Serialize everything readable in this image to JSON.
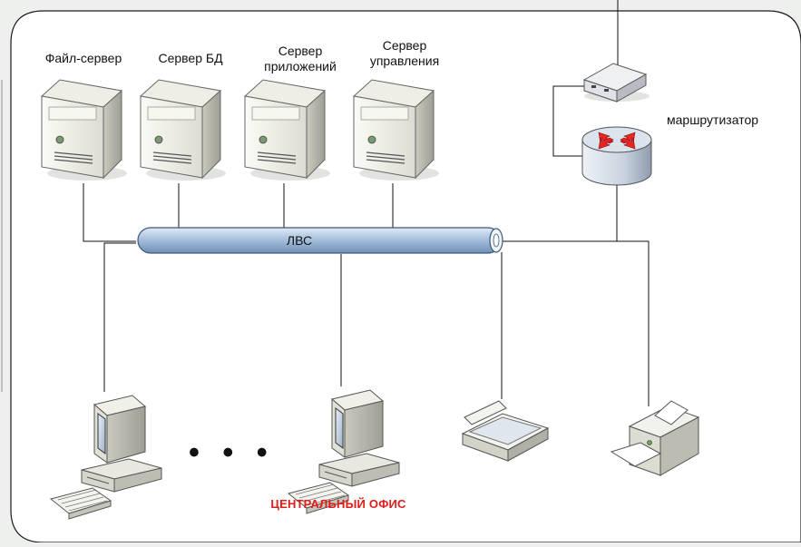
{
  "servers": [
    {
      "label": "Файл-сервер"
    },
    {
      "label": "Сервер БД"
    },
    {
      "label": "Сервер приложений"
    },
    {
      "label": "Сервер управления"
    }
  ],
  "lan": {
    "label": "ЛВС"
  },
  "router": {
    "label": "маршрутизатор"
  },
  "ellipsis": "• • •",
  "office": {
    "label": "ЦЕНТРАЛЬНЫЙ ОФИС"
  },
  "colors": {
    "frame_stroke": "#1a1a1a",
    "office_label": "#e21b1b",
    "lan_pipe": "#b7cde6",
    "router_arrows": "#e32626"
  },
  "icons": {
    "server": "server-tower-icon",
    "workstation": "desktop-computer-icon",
    "scanner": "flatbed-scanner-icon",
    "printer": "printer-icon",
    "modem": "modem-icon",
    "router": "router-icon"
  }
}
